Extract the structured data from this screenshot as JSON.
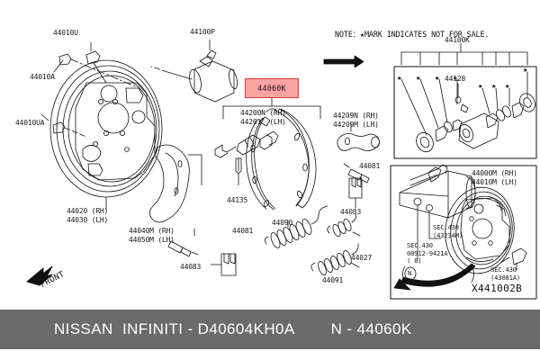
{
  "footer": {
    "brand": "NISSAN  INFINITI - D40604KH0A",
    "reference": "N - 44060K",
    "bar_color": "#6b6b6b"
  },
  "highlight": {
    "label": "44060K",
    "fill": "#f9a3a3",
    "border": "#e03b3b"
  },
  "note": {
    "text": "NOTE：★MARK INDICATES NOT FOR SALE.",
    "star": "★"
  },
  "labels": {
    "backing_plate_bolt_top": "44010U",
    "backing_plate_nut": "44010A",
    "backing_plate_bolt_lower": "44010UA",
    "wheel_cylinder_main": "44100P",
    "backing_plate_rh_lh": "44020 (RH)\n44030 (LH)",
    "shoe_set_rh_lh": "44200N (RH)\n44201  (LH)",
    "adjuster_lever_rh_lh": "44209N (RH)\n44209M (LH)",
    "shoe_hold_pin": "44135",
    "dust_cover_rh_lh": "44040M (RH)\n44050M (LH)",
    "clip_081_upper": "44081",
    "clip_081_lower": "44081",
    "shoe_plate_083_right": "44083",
    "shoe_plate_083_left": "44083",
    "return_spring_upper": "44090",
    "return_spring_lower": "44091",
    "adjuster_spring": "44027",
    "front_arrow": "FRONT"
  },
  "detail_cylinder": {
    "title": "44100K",
    "part": "44128",
    "star_count": 8,
    "stars": [
      "★",
      "★",
      "★",
      "★",
      "★",
      "★",
      "★",
      "★"
    ]
  },
  "detail_axle": {
    "assembly_rh_lh": "44000M (RH)\n44010M (LH)",
    "sec_430_43234M": "SEC.430\n(43234M)",
    "sec_430_bolt": "SEC.430\n08912-9421A\n( 8)",
    "sec_430_bolt_circle": "N",
    "sec_430_43081A": "SEC.430\n(43081A)",
    "drawing_code": "X441002B"
  }
}
